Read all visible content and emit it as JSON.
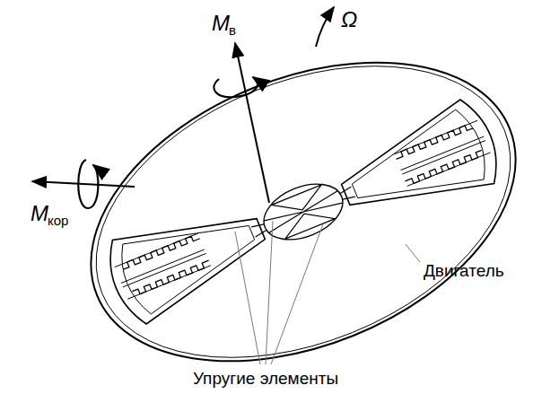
{
  "diagram": {
    "labels": [
      "M",
      "в",
      "Ω",
      "M",
      "кор",
      "Двигатель",
      "Упругие элементы"
    ]
  }
}
